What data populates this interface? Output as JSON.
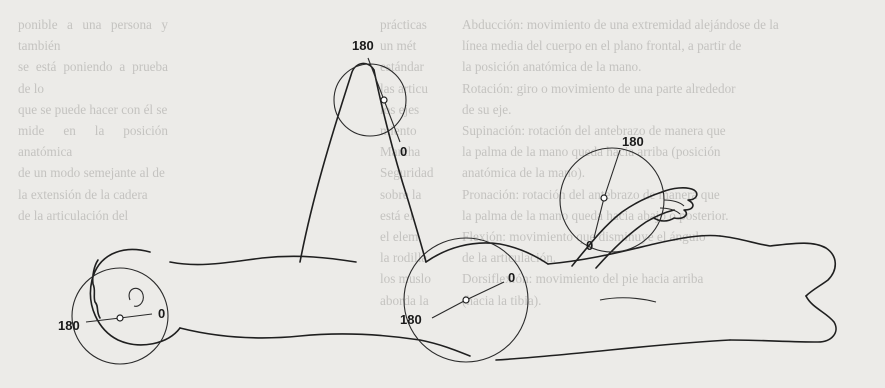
{
  "text": {
    "left_column": [
      "ponible a una persona y también",
      "se está poniendo a prueba de lo",
      "que se puede hacer con él se",
      "mide en la posición anatómica",
      "de un modo semejante al de",
      "la extensión de la cadera",
      "de la articulación del"
    ],
    "mid_column": [
      "prácticas",
      "un mét",
      "estándar",
      "las articu",
      "los ejes",
      "miento",
      "Marcha",
      "Seguridad",
      "sobre la",
      "está el",
      "el elem",
      "la rodilla",
      "los muslo",
      "aborda la"
    ],
    "right_column": [
      "Abducción: movimiento de una extremidad alejándose de la",
      "línea media del cuerpo en el plano frontal, a partir de",
      "la posición anatómica de la mano.",
      "Rotación: giro o movimiento de una parte alrededor",
      "de su eje.",
      "Supinación: rotación del antebrazo de manera que",
      "la palma de la mano queda hacia arriba (posición",
      "anatómica de la mano).",
      "Pronación: rotación del antebrazo de manera que",
      "la palma de la mano queda hacia abajo o posterior.",
      "Flexión: movimiento que disminuye el ángulo",
      "de la articulación.",
      "Dorsiflexión: movimiento del pie hacia arriba",
      "(hacia la tibia)."
    ]
  },
  "figure": {
    "goniometers": [
      {
        "id": "shoulder",
        "max_label": "180",
        "min_label": "0"
      },
      {
        "id": "head",
        "max_label": "180",
        "min_label": "0"
      },
      {
        "id": "hip",
        "max_label": "180",
        "min_label": "0"
      },
      {
        "id": "knee",
        "max_label": "180",
        "min_label": "0"
      }
    ],
    "colors": {
      "ink": "#1f1f1f",
      "paper": "#ecebe8",
      "ghost_text": "#c4c3c0"
    }
  }
}
